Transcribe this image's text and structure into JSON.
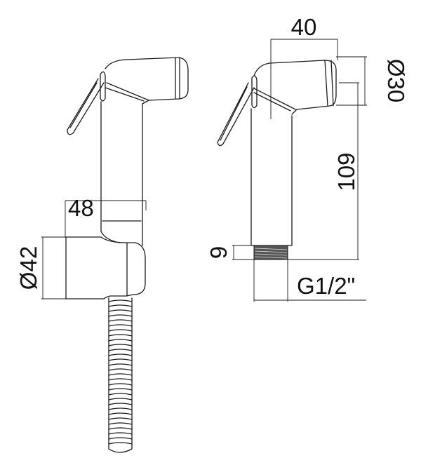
{
  "dimensions": {
    "left_view": {
      "width": "48",
      "mount_diameter": "Ø42"
    },
    "right_view": {
      "head_length": "40",
      "head_diameter": "Ø30",
      "height": "109",
      "thread_length": "9",
      "thread": "G1/2\""
    }
  },
  "colors": {
    "line": "#1a1a1a",
    "background": "#ffffff"
  }
}
